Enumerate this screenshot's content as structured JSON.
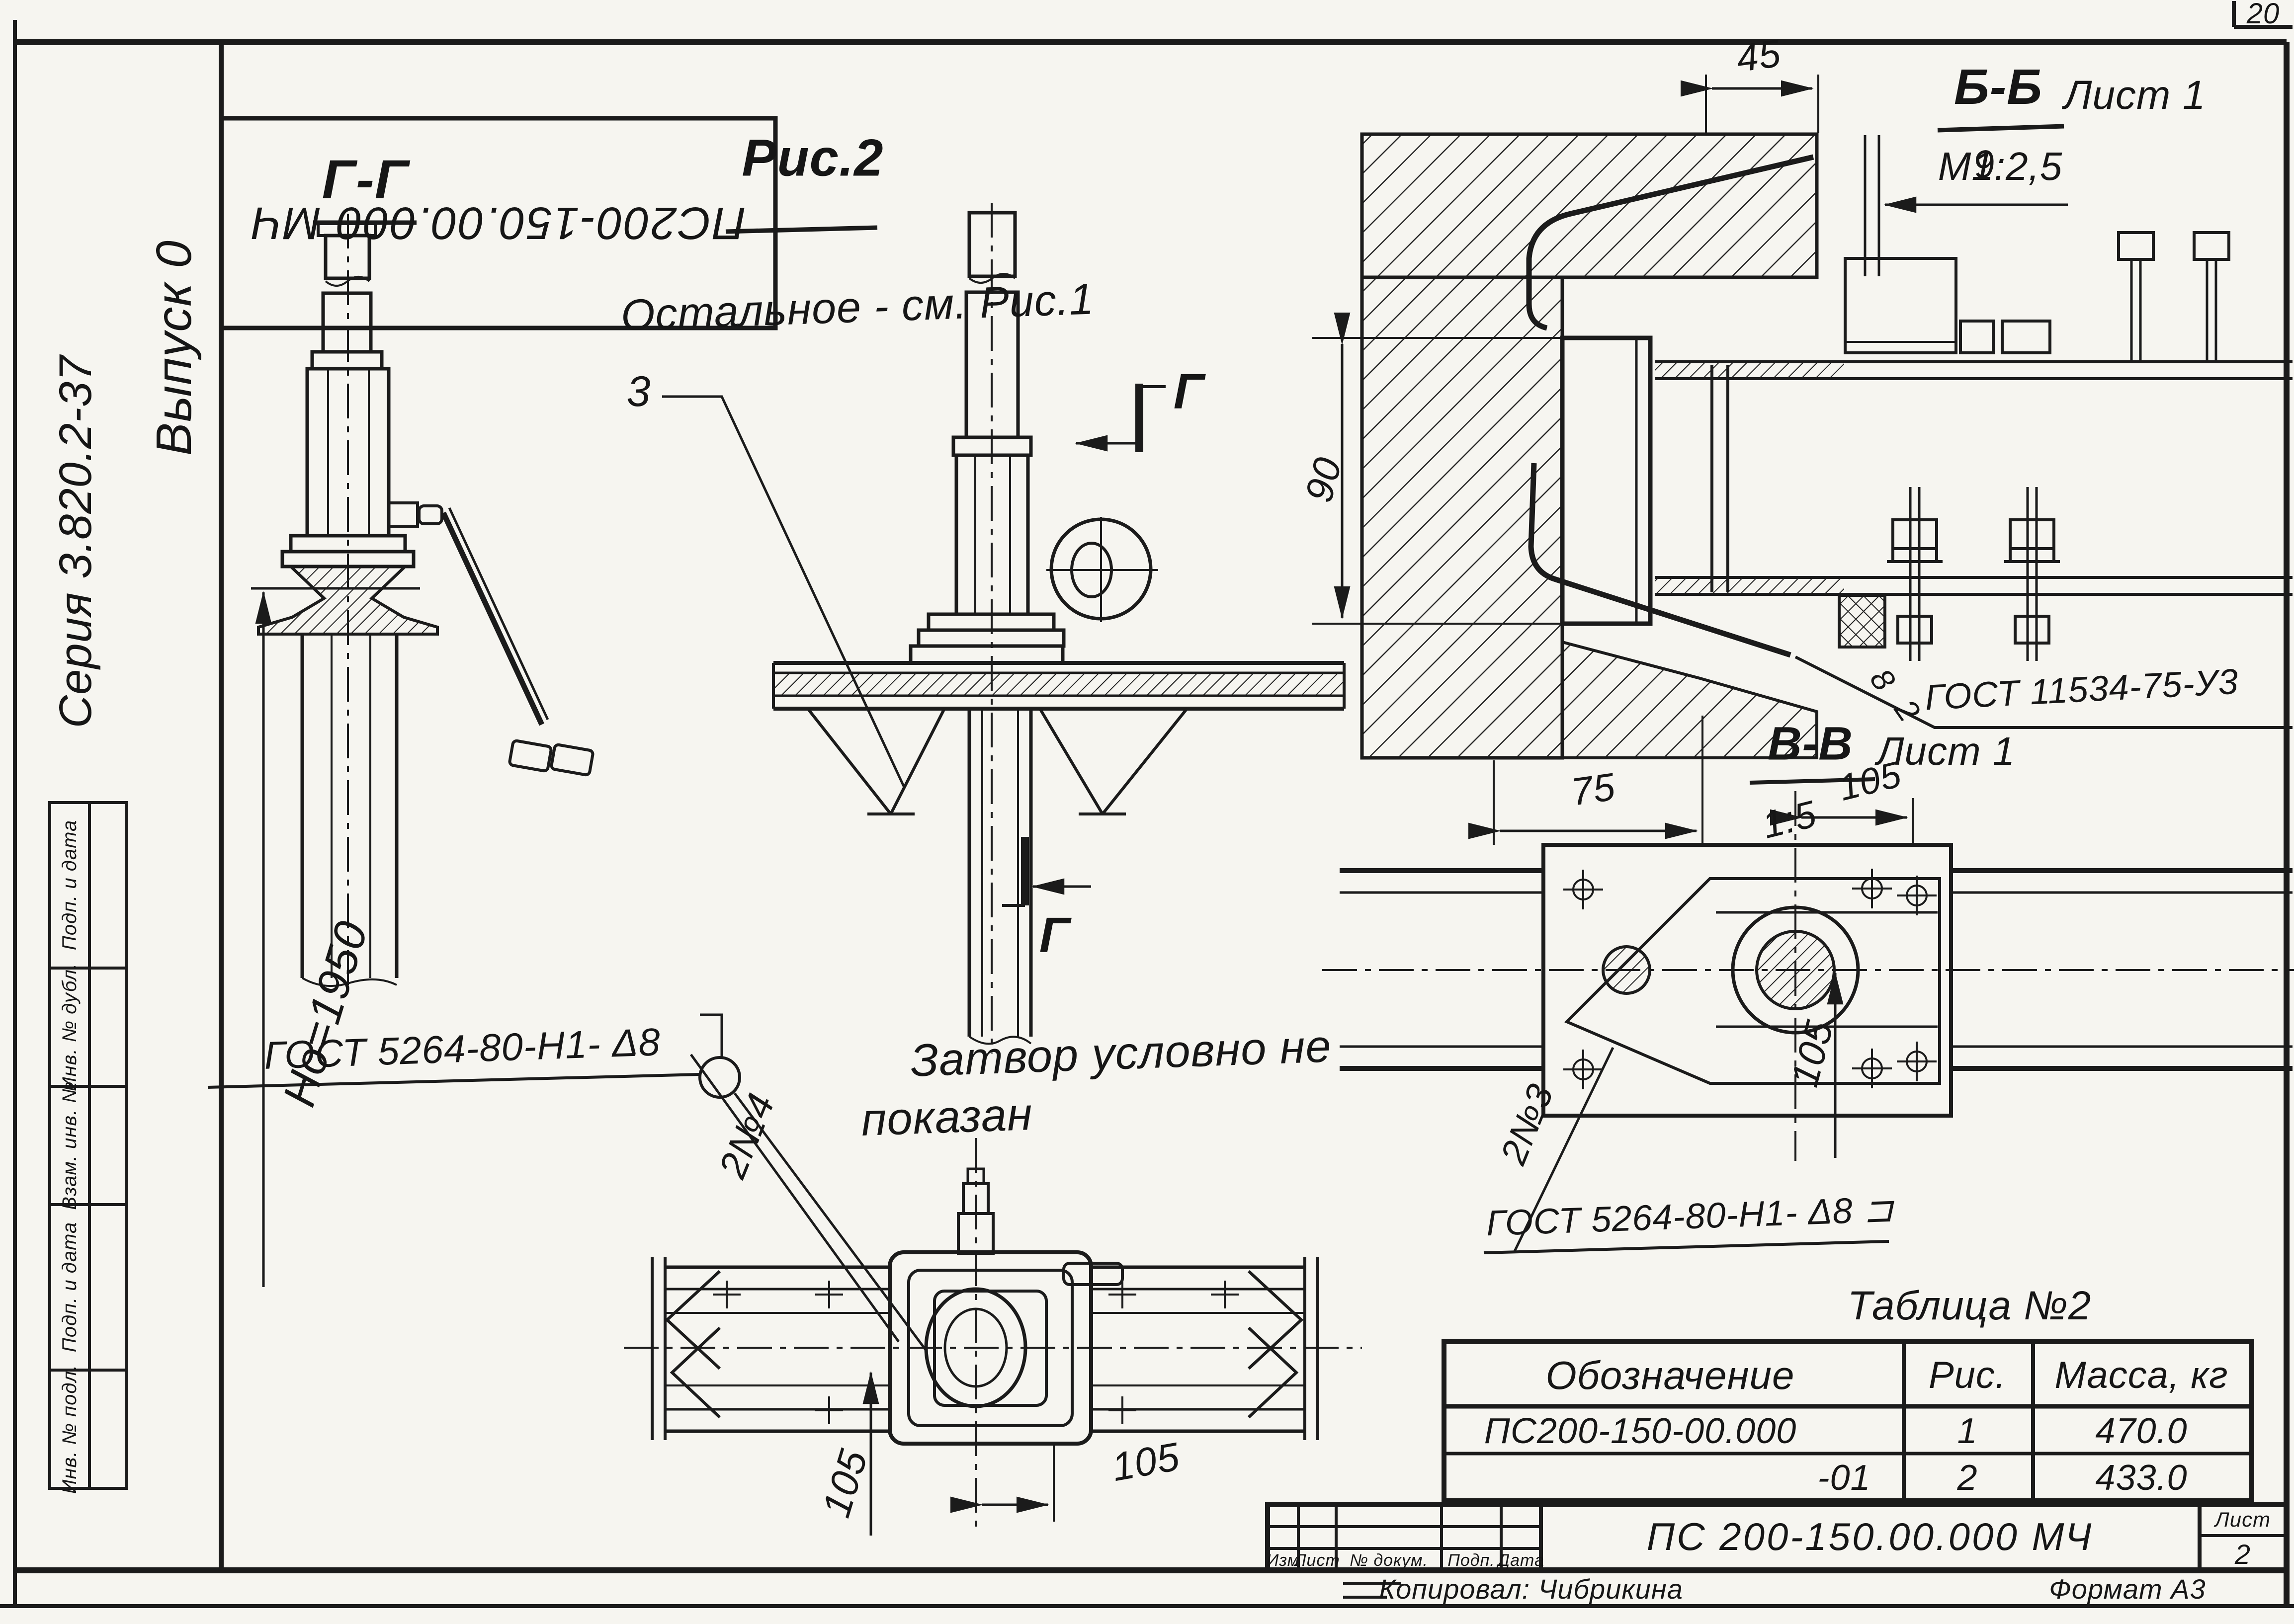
{
  "sheet": {
    "page_number": "20"
  },
  "margin": {
    "vypusk": "Выпуск 0",
    "seriya": "Серия 3.820.2-37",
    "mirrored_stamp": "ПС200-150.00.000 МЧ",
    "stamp_rows": [
      {
        "label": "Подп. и дата"
      },
      {
        "label": "Инв. № дубл."
      },
      {
        "label": "Взам. инв. №"
      },
      {
        "label": "Подп. и дата"
      },
      {
        "label": "Инв. № подл."
      }
    ]
  },
  "view_gg": {
    "title": "Г-Г",
    "dim_height": "Но=1950"
  },
  "view_ris2": {
    "title": "Рис.2",
    "subtitle": "Остальное - см. Рис.1",
    "item_label": "3",
    "section_letter_top": "Г",
    "section_letter_bottom": "Г"
  },
  "view_plan": {
    "note_line1": "Затвор условно не",
    "note_line2": "показан",
    "leader_label": "2№4",
    "dim_bottom": "105",
    "dim_left": "105"
  },
  "view_bb": {
    "title": "Б-Б",
    "scale": "М1:2,5",
    "sheet_ref": "Лист 1",
    "dim45": "45",
    "dim9": "9",
    "dim90": "90",
    "dim75": "75",
    "weld_gost": "ГОСТ 11534-75-У3",
    "weld_size_a": "8",
    "weld_size_b": "2"
  },
  "view_vv": {
    "title": "В-В",
    "scale": "1:5",
    "sheet_ref": "Лист 1",
    "dim_top": "105",
    "dim_right": "105",
    "leader_label": "2№3",
    "weld_gost": "ГОСТ 5264-80-Н1- Δ8 ⊐"
  },
  "weld_note": {
    "gost": "ГОСТ 5264-80-Н1- Δ8"
  },
  "table2": {
    "title": "Таблица №2",
    "col_designation": "Обозначение",
    "col_fig": "Рис.",
    "col_mass": "Масса, кг",
    "rows": [
      {
        "designation": "ПС200-150-00.000",
        "fig": "1",
        "mass": "470.0"
      },
      {
        "designation": "-01",
        "fig": "2",
        "mass": "433.0"
      }
    ]
  },
  "title_block": {
    "doc_number": "ПС 200-150.00.000 МЧ",
    "col_izm": "Изм",
    "col_list": "Лист",
    "col_doc": "№ докум.",
    "col_podp": "Подп.",
    "col_data": "Дата",
    "sheet_label": "Лист",
    "sheet_number": "2"
  },
  "footer": {
    "copied": "Копировал: Чибрикина",
    "format": "Формат А3"
  }
}
